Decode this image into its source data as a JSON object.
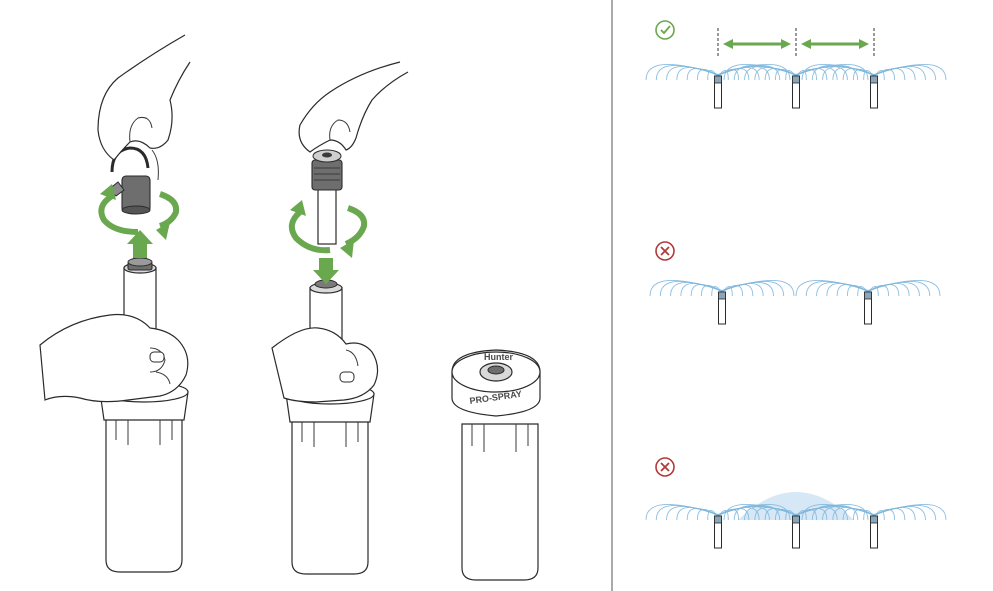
{
  "brand": {
    "logo_text": "Hunter",
    "product_text": "PRO-SPRAY"
  },
  "colors": {
    "arrow_green": "#6aa84f",
    "check_green": "#6aa84f",
    "cross_red": "#b23a3a",
    "spray_blue": "#7fb7dd",
    "overlap_blue": "#cfe4f3",
    "outline": "#2b2b2b",
    "divider": "#555555"
  },
  "steps": [
    {
      "action": "remove-nozzle",
      "icons": [
        "hand-icon",
        "nozzle-icon",
        "rotate-arrows-icon",
        "up-arrow-icon"
      ]
    },
    {
      "action": "install-nozzle",
      "icons": [
        "hand-icon",
        "nozzle-icon",
        "rotate-arrows-icon",
        "down-arrow-icon"
      ]
    },
    {
      "action": "finished-body",
      "icons": [
        "sprinkler-body-icon"
      ]
    }
  ],
  "spacing_examples": [
    {
      "status": "correct",
      "icon": "check-icon",
      "heads": 3,
      "dimension_arrows": true,
      "gap": false,
      "overlap": false
    },
    {
      "status": "incorrect",
      "icon": "cross-icon",
      "heads": 2,
      "dimension_arrows": false,
      "gap": true,
      "overlap": false
    },
    {
      "status": "incorrect",
      "icon": "cross-icon",
      "heads": 3,
      "dimension_arrows": false,
      "gap": false,
      "overlap": true
    }
  ]
}
